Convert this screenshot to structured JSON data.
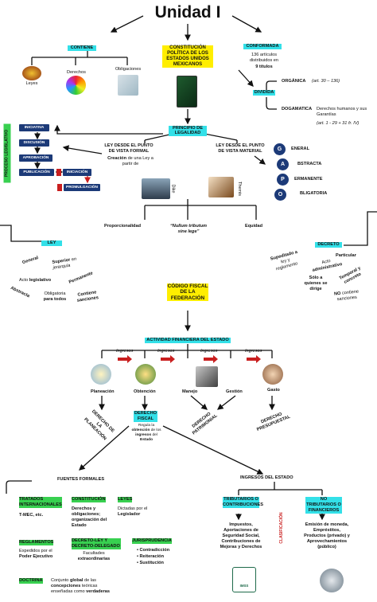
{
  "title": "Unidad I",
  "top": {
    "contiene": "CONTIENE",
    "constitucion": "CONSTITUCIÓN POLÍTICA DE LOS ESTADOS UNIDOS MEXICANOS",
    "conformada": "CONFORMADA",
    "articulos": "136 artículos distribuidos en",
    "titulos": "9 títulos",
    "leyes": "Leyes",
    "derechos": "Derechos",
    "obligaciones": "Obligaciones",
    "dividida": "DIVIDIDA",
    "organica": "ORGÁNICA",
    "organica_art": "(art. 30 – 136)",
    "dogmatica": "DOGAMATICA",
    "dogmatica_desc": "Derechos humanos y sus Garantías",
    "dogmatica_art": "(art. 1 - 29 + 31 fr. IV)"
  },
  "proceso": {
    "label": "PROCESO LEGISLATIVO",
    "iniciativa": "INICIATIVA",
    "discusion": "DISCUSIÓN",
    "aprobacion": "APROBACIÓN",
    "publicacion": "PUBLICACIÓN",
    "iniciacion": "INICIACIÓN",
    "promulgacion": "PROMULGACIÓN"
  },
  "legalidad": {
    "principio": "PRINCIPIO DE LEGALIDAD",
    "formal": "LEY DESDE EL PUNTO DE VISTA FORMAL",
    "material": "LEY DESDE EL PUNTO DE VISTA MATERIAL",
    "creacion_a": "Creación",
    "creacion_b": " de una Ley a partir de",
    "dike": "Dike",
    "themis": "Themis",
    "proporcionalidad": "Proporcionalidad",
    "nullum": "“Nullum tributum sine lege”",
    "equidad": "Equidad"
  },
  "gape": [
    {
      "letter": "G",
      "word": "ENERAL"
    },
    {
      "letter": "A",
      "word": "BSTRACTA"
    },
    {
      "letter": "P",
      "word": "ERMANENTE"
    },
    {
      "letter": "O",
      "word": "BLIGATORIA"
    }
  ],
  "ley": {
    "label": "LEY",
    "general": "General",
    "superior": "Superior",
    "en": " en",
    "jerarquia": "jerarquía",
    "acto": "Acto ",
    "legislativo": "legislativo",
    "permanente": "Permanente",
    "abstracta": "Abstracta",
    "obligatoria": "Obligatoria",
    "para_todos": "para todos",
    "contiene": "Contiene",
    "sanciones": "sanciones"
  },
  "decreto": {
    "label": "DECRETO",
    "supeditado": "Supeditado a",
    "ley_y": "ley y",
    "reglamento": "reglamento",
    "particular": "Particular",
    "acto": "Acto",
    "administrativo": "administrativo",
    "solo": "Sólo a quienes se dirige",
    "temporal": "Temporal y concreto",
    "no": "NO",
    "contiene_sanciones": " contiene sanciones"
  },
  "codigo": "CÓDIGO FISCAL DE LA FEDERACIÓN",
  "actividad": {
    "label": "ACTIVIDAD FINANCIERA DEL ESTADO",
    "ingresos": [
      "Ingresos",
      "Ingresos",
      "Ingresos",
      "Ingresos"
    ],
    "planeacion": "Planeación",
    "obtencion": "Obtención",
    "manejo": "Manejo",
    "gestion": "Gestión",
    "gasto": "Gasto",
    "der_planeacion": "DERECHO DE LA PLANEACIÓN",
    "der_fiscal": "DERECHO FISCAL",
    "der_fiscal_desc_a": "Regula la ",
    "der_fiscal_desc_b": "obtención",
    "der_fiscal_desc_c": " de los ",
    "der_fiscal_desc_d": "ingresos",
    "der_fiscal_desc_e": " del ",
    "der_fiscal_desc_f": "Estado",
    "der_patrimonial": "DERECHO PATRIMONIAL",
    "der_presupuestal": "DERECHO PRESUPUESTAL"
  },
  "fuentes": {
    "label": "FUENTES FORMALES",
    "tratados": "TRATADOS INTERNACIONALES",
    "tratados_desc": "T-MEC, etc.",
    "constitucion": "CONSTITUCIÓN",
    "constitucion_desc": "Derechos y obligaciones; organización del Estado",
    "leyes": "LEYES",
    "leyes_desc_a": "Dictadas por el ",
    "leyes_desc_b": "Legislador",
    "reglamentos": "REGLAMENTOS",
    "reglamentos_desc_a": "Expedidos por el ",
    "reglamentos_desc_b": "Poder Ejecutivo",
    "decreto_ley": "DECRETO-LEY Y DECRETO-DELEGADO",
    "decreto_ley_desc_a": "Facultades ",
    "decreto_ley_desc_b": "extraordinarias",
    "jurisprudencia": "JURISPRUDENCIA",
    "juris_items": [
      "Contradicción",
      "Reiteración",
      "Sustitución"
    ],
    "doctrina": "DOCTRINA",
    "doctrina_desc_a": "Conjunto ",
    "doctrina_desc_b": "global",
    "doctrina_desc_c": " de las ",
    "doctrina_desc_d": "concepciones",
    "doctrina_desc_e": " teóricas enseñadas como ",
    "doctrina_desc_f": "verdaderas"
  },
  "ingresos": {
    "label": "INGRESOS DEL ESTADO",
    "tributarios": "TRIBUTARIOS O CONTRIBUCIONES",
    "tributarios_desc": "Impuestos, Aportaciones de Seguridad Social, Contribuciones de Mejoras y Derechos",
    "clasificacion": "CLASIFICACIÓN",
    "no_tributarios": "NO TRIBUTARIOS O FINANCIEROS",
    "no_trib_desc": "Emisión de moneda, Empréstitos, Productos (privado) y Aprovechamientos (público)",
    "imss": "IMSS"
  },
  "colors": {
    "cyan": "#33e0e8",
    "yellow": "#ffee00",
    "green": "#38d050",
    "navy": "#1c3a78",
    "red": "#c91e1e"
  }
}
